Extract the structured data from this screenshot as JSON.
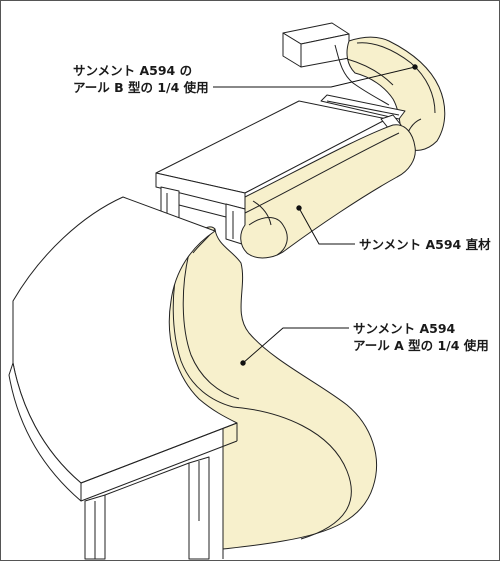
{
  "colors": {
    "fill_cream": "#f7f0cc",
    "fill_white": "#ffffff",
    "stroke": "#222222"
  },
  "labels": {
    "top": [
      "サンメント A594 の",
      "アール B 型の 1/4 使用"
    ],
    "middle": [
      "サンメント A594 直材"
    ],
    "bottom": [
      "サンメント A594",
      "アール A 型の 1/4 使用"
    ]
  }
}
